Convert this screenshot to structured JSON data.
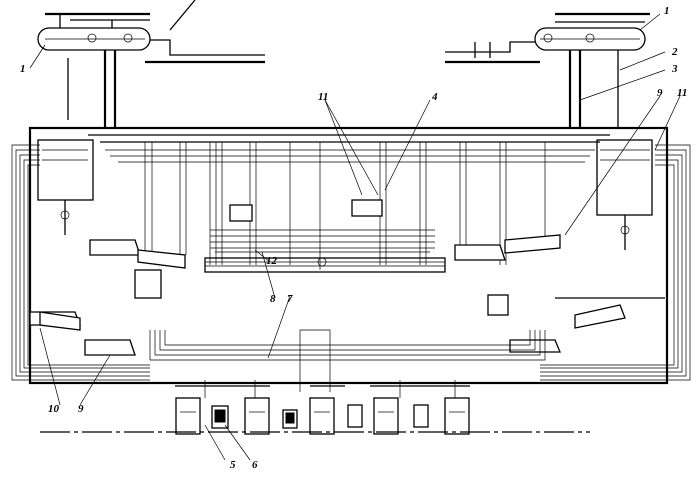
{
  "callouts": {
    "c1_left": "1",
    "c1_right": "1",
    "c2": "2",
    "c3": "3",
    "c4": "4",
    "c5": "5",
    "c6": "6",
    "c7": "7",
    "c8": "8",
    "c9_left": "9",
    "c9_right": "9",
    "c10": "10",
    "c11_left": "11",
    "c11_right": "11",
    "c12": "12"
  }
}
